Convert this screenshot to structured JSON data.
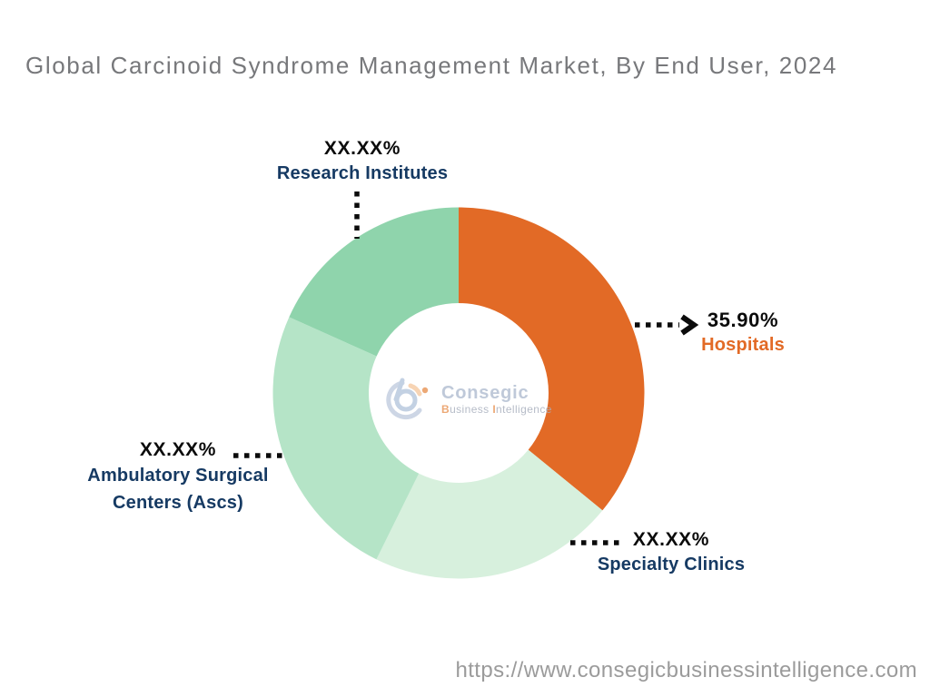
{
  "title": "Global Carcinoid Syndrome Management Market, By End User, 2024",
  "chart_data": {
    "type": "pie",
    "subtype": "donut",
    "title": "Global Carcinoid Syndrome Management Market, By End User, 2024",
    "categories": [
      "Hospitals",
      "Specialty Clinics",
      "Ambulatory Surgical Centers (Ascs)",
      "Research Institutes"
    ],
    "values": [
      35.9,
      21.4,
      24.4,
      18.3
    ],
    "displayed_labels": [
      "35.90%",
      "XX.XX%",
      "XX.XX%",
      "XX.XX%"
    ],
    "colors": [
      "#e26a26",
      "#d7f0dd",
      "#b5e4c7",
      "#8fd4ac"
    ],
    "start_angle_deg": 0,
    "direction": "clockwise",
    "inner_radius_ratio": 0.48,
    "legend_position": "none",
    "annotation_note": "Only the Hospitals share (35.90%) is disclosed; other segment values are masked as XX.XX%"
  },
  "labels": {
    "ambulatory_line1": "Ambulatory Surgical",
    "ambulatory_line2": "Centers (Ascs)"
  },
  "watermark": {
    "brand": "Consegic",
    "sub_b": "B",
    "sub_b_rest": "usiness ",
    "sub_i": "I",
    "sub_i_rest": "ntelligence"
  },
  "footer": {
    "url": "https://www.consegicbusinessintelligence.com"
  },
  "palette": {
    "accent_orange": "#e26a26",
    "label_navy": "#163a63",
    "title_gray": "#77787b",
    "connector_black": "#0b0b0b",
    "url_gray": "#9b9b9b"
  }
}
